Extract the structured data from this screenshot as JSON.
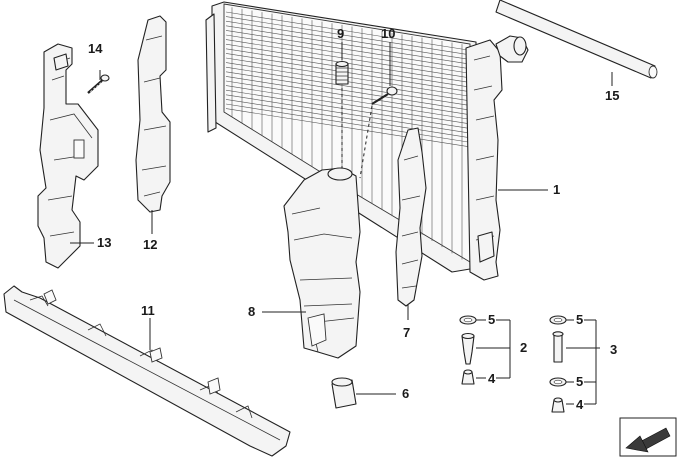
{
  "callouts": {
    "c1": "1",
    "c2": "2",
    "c3": "3",
    "c4a": "4",
    "c4b": "4",
    "c5a": "5",
    "c5b": "5",
    "c5c": "5",
    "c6": "6",
    "c7": "7",
    "c8": "8",
    "c9": "9",
    "c10": "10",
    "c11": "11",
    "c12": "12",
    "c13": "13",
    "c14": "14",
    "c15": "15"
  },
  "icons": {
    "corner": "arrow-indicator-icon"
  },
  "colors": {
    "line": "#222222",
    "fill": "#f4f4f4",
    "background": "#ffffff"
  }
}
